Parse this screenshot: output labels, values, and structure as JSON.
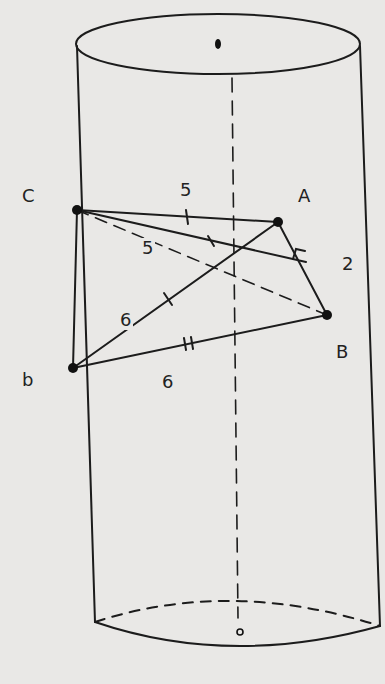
{
  "diagram": {
    "labels": [
      "C",
      "5",
      "A",
      "5",
      "2",
      "6",
      "b",
      "B",
      "6"
    ]
  }
}
